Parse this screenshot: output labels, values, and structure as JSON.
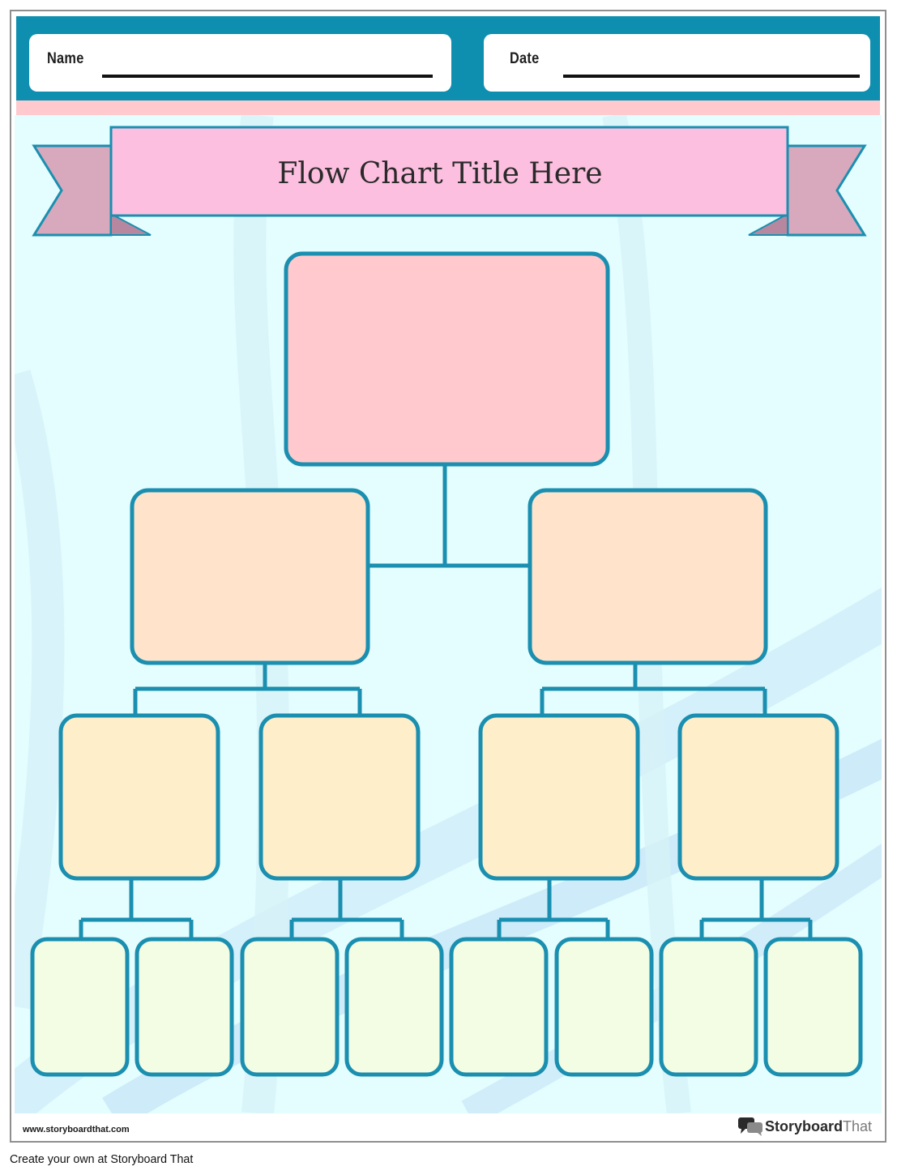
{
  "header": {
    "name_label": "Name",
    "date_label": "Date"
  },
  "title": {
    "text": "Flow Chart Title Here"
  },
  "flowchart": {
    "levels": [
      {
        "level": 1,
        "box_count": 1,
        "fill": "#ffc9cd"
      },
      {
        "level": 2,
        "box_count": 2,
        "fill": "#ffe3cb"
      },
      {
        "level": 3,
        "box_count": 4,
        "fill": "#ffeeca"
      },
      {
        "level": 4,
        "box_count": 8,
        "fill": "#f2fde4"
      }
    ],
    "stroke_color": "#1a8fb0"
  },
  "footer": {
    "url": "www.storyboardthat.com",
    "logo_bold": "Storyboard",
    "logo_light": "That",
    "logo_icon": "speech-bubbles-icon"
  },
  "caption": "Create your own at Storyboard That",
  "colors": {
    "header_band": "#0f8fb0",
    "pink_strip": "#ffc9cd",
    "background": "#e4fdfe",
    "ribbon_front": "#fdbfdf",
    "ribbon_tail": "#d8a8bc",
    "ribbon_stroke": "#1a8fb0"
  }
}
